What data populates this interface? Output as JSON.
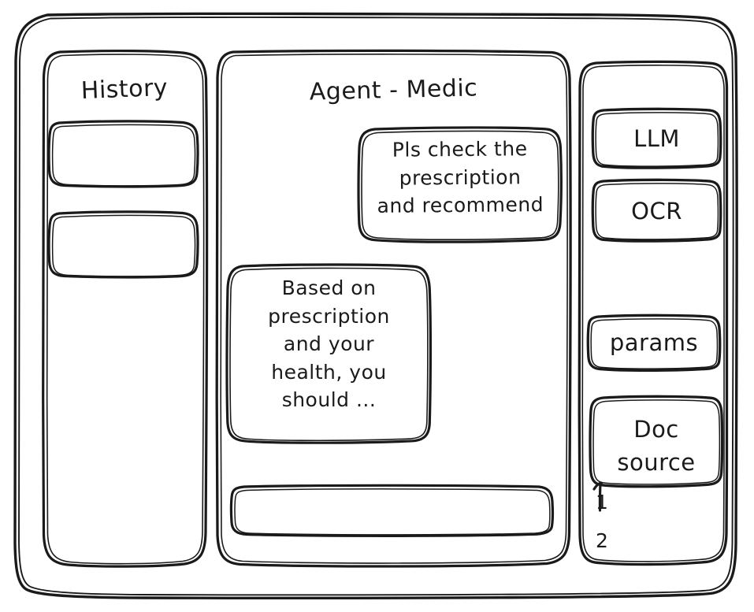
{
  "window": {
    "name": "agent-medic-wireframe"
  },
  "sidebar_left": {
    "title": "History",
    "items": [
      {
        "label": ""
      },
      {
        "label": ""
      }
    ]
  },
  "main": {
    "title": "Agent - Medic",
    "messages": [
      {
        "role": "user",
        "text": "Pls check the\nprescription\nand recommend"
      },
      {
        "role": "agent",
        "text": "Based on\nprescription\nand your\nhealth, you\nshould ..."
      }
    ],
    "composer": {
      "value": "",
      "placeholder": ""
    }
  },
  "sidebar_right": {
    "cards": [
      {
        "label": "LLM"
      },
      {
        "label": "OCR"
      },
      {
        "label": "params"
      },
      {
        "label": "Doc\nsource"
      }
    ],
    "sources": [
      {
        "label": "1"
      },
      {
        "label": "2"
      }
    ]
  },
  "colors": {
    "ink": "#1a1a1a",
    "paper": "#ffffff"
  }
}
